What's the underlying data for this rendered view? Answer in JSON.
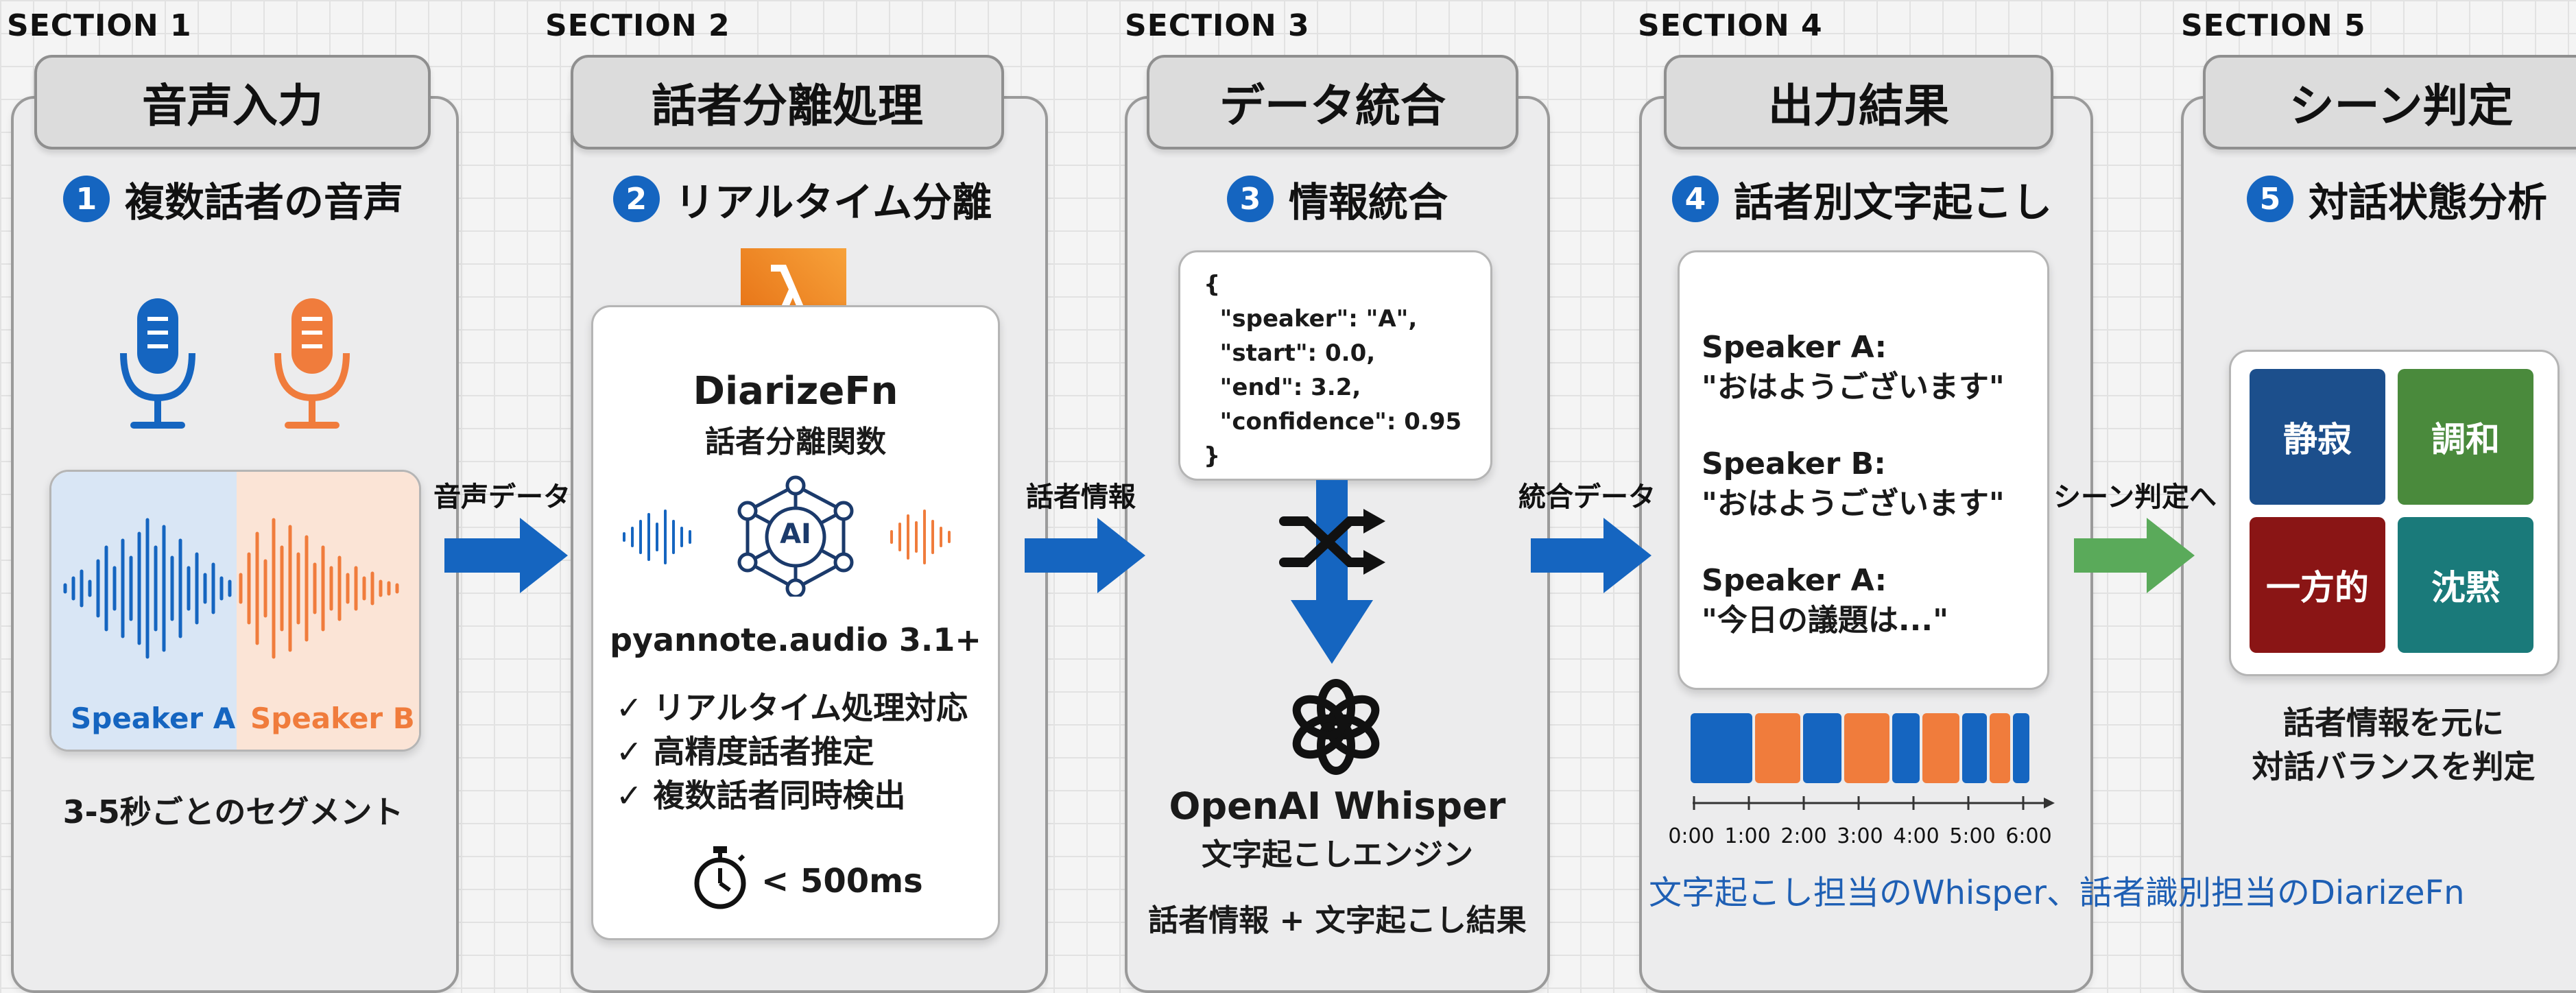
{
  "sections": [
    {
      "label": "SECTION 1",
      "title": "音声入力",
      "step_num": "1",
      "step_title": "複数話者の音声"
    },
    {
      "label": "SECTION 2",
      "title": "話者分離処理",
      "step_num": "2",
      "step_title": "リアルタイム分離"
    },
    {
      "label": "SECTION 3",
      "title": "データ統合",
      "step_num": "3",
      "step_title": "情報統合"
    },
    {
      "label": "SECTION 4",
      "title": "出力結果",
      "step_num": "4",
      "step_title": "話者別文字起こし"
    },
    {
      "label": "SECTION 5",
      "title": "シーン判定",
      "step_num": "5",
      "step_title": "対話状態分析"
    }
  ],
  "audio_input": {
    "speaker_a": "Speaker A",
    "speaker_b": "Speaker B",
    "segment_note": "3-5秒ごとのセグメント",
    "mic_colors": [
      "#1565c0",
      "#f07c3c"
    ]
  },
  "arrows": [
    "音声データ",
    "話者情報",
    "統合データ",
    "シーン判定へ"
  ],
  "diarize": {
    "lambda_icon": "lambda-icon",
    "name": "DiarizeFn",
    "subtitle": "話者分離関数",
    "ai_badge": "AI",
    "library": "pyannote.audio 3.1+",
    "features": [
      "✓ リアルタイム処理対応",
      "✓ 高精度話者推定",
      "✓ 複数話者同時検出"
    ],
    "latency": "< 500ms"
  },
  "integration": {
    "json_lines": [
      "{",
      "  \"speaker\": \"A\",",
      "  \"start\": 0.0,",
      "  \"end\": 3.2,",
      "  \"confidence\": 0.95",
      "}"
    ],
    "engine_name": "OpenAI Whisper",
    "engine_subtitle": "文字起こしエンジン",
    "result_caption": "話者情報 + 文字起こし結果"
  },
  "transcript": {
    "entries": [
      {
        "speaker": "Speaker A:",
        "text": "\"おはようございます\""
      },
      {
        "speaker": "Speaker B:",
        "text": "\"おはようございます\""
      },
      {
        "speaker": "Speaker A:",
        "text": "\"今日の議題は...\""
      }
    ],
    "timeline_ticks": [
      "0:00",
      "1:00",
      "2:00",
      "3:00",
      "4:00",
      "5:00",
      "6:00"
    ],
    "overlay_caption": "文字起こし担当のWhisper、話者識別担当のDiarizeFn"
  },
  "scene": {
    "tiles": [
      {
        "label": "静寂",
        "color": "#1c4f8c"
      },
      {
        "label": "調和",
        "color": "#4a8a3c"
      },
      {
        "label": "一方的",
        "color": "#8a1515"
      },
      {
        "label": "沈黙",
        "color": "#1a7a7a"
      }
    ],
    "caption_line1": "話者情報を元に",
    "caption_line2": "対話バランスを判定"
  },
  "colors": {
    "accent_blue": "#1565c0",
    "accent_orange": "#f07c3c",
    "arrow_green": "#5aaa5a"
  }
}
